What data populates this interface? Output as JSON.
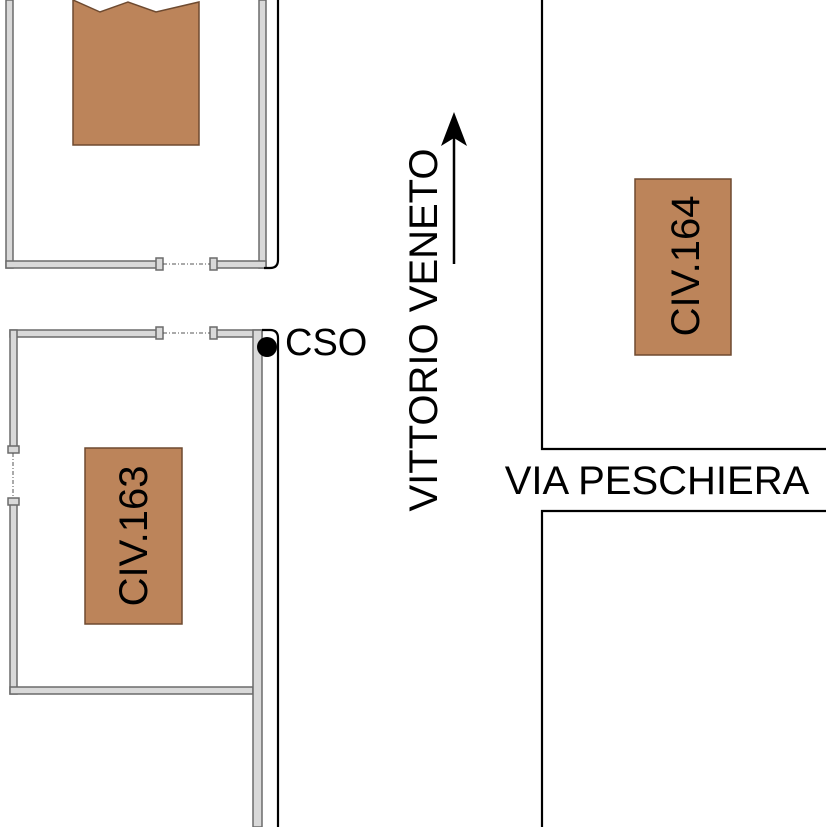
{
  "map": {
    "colors": {
      "background": "#ffffff",
      "building_fill": "#bc845a",
      "building_stroke": "#6e4a30",
      "fence_fill": "#d9d9d9",
      "fence_stroke": "#6b6b6b",
      "road_line": "#000000",
      "text": "#000000"
    },
    "streets": {
      "main_street": "VITTORIO VENETO",
      "side_street": "VIA PESCHIERA"
    },
    "cso_marker": {
      "label": "CSO"
    },
    "buildings": {
      "north_unlabeled": {
        "label": ""
      },
      "civ_163": {
        "label": "CIV.163"
      },
      "civ_164": {
        "label": "CIV.164"
      }
    },
    "arrow": {
      "icon": "north-arrow-icon",
      "direction": "up"
    }
  }
}
